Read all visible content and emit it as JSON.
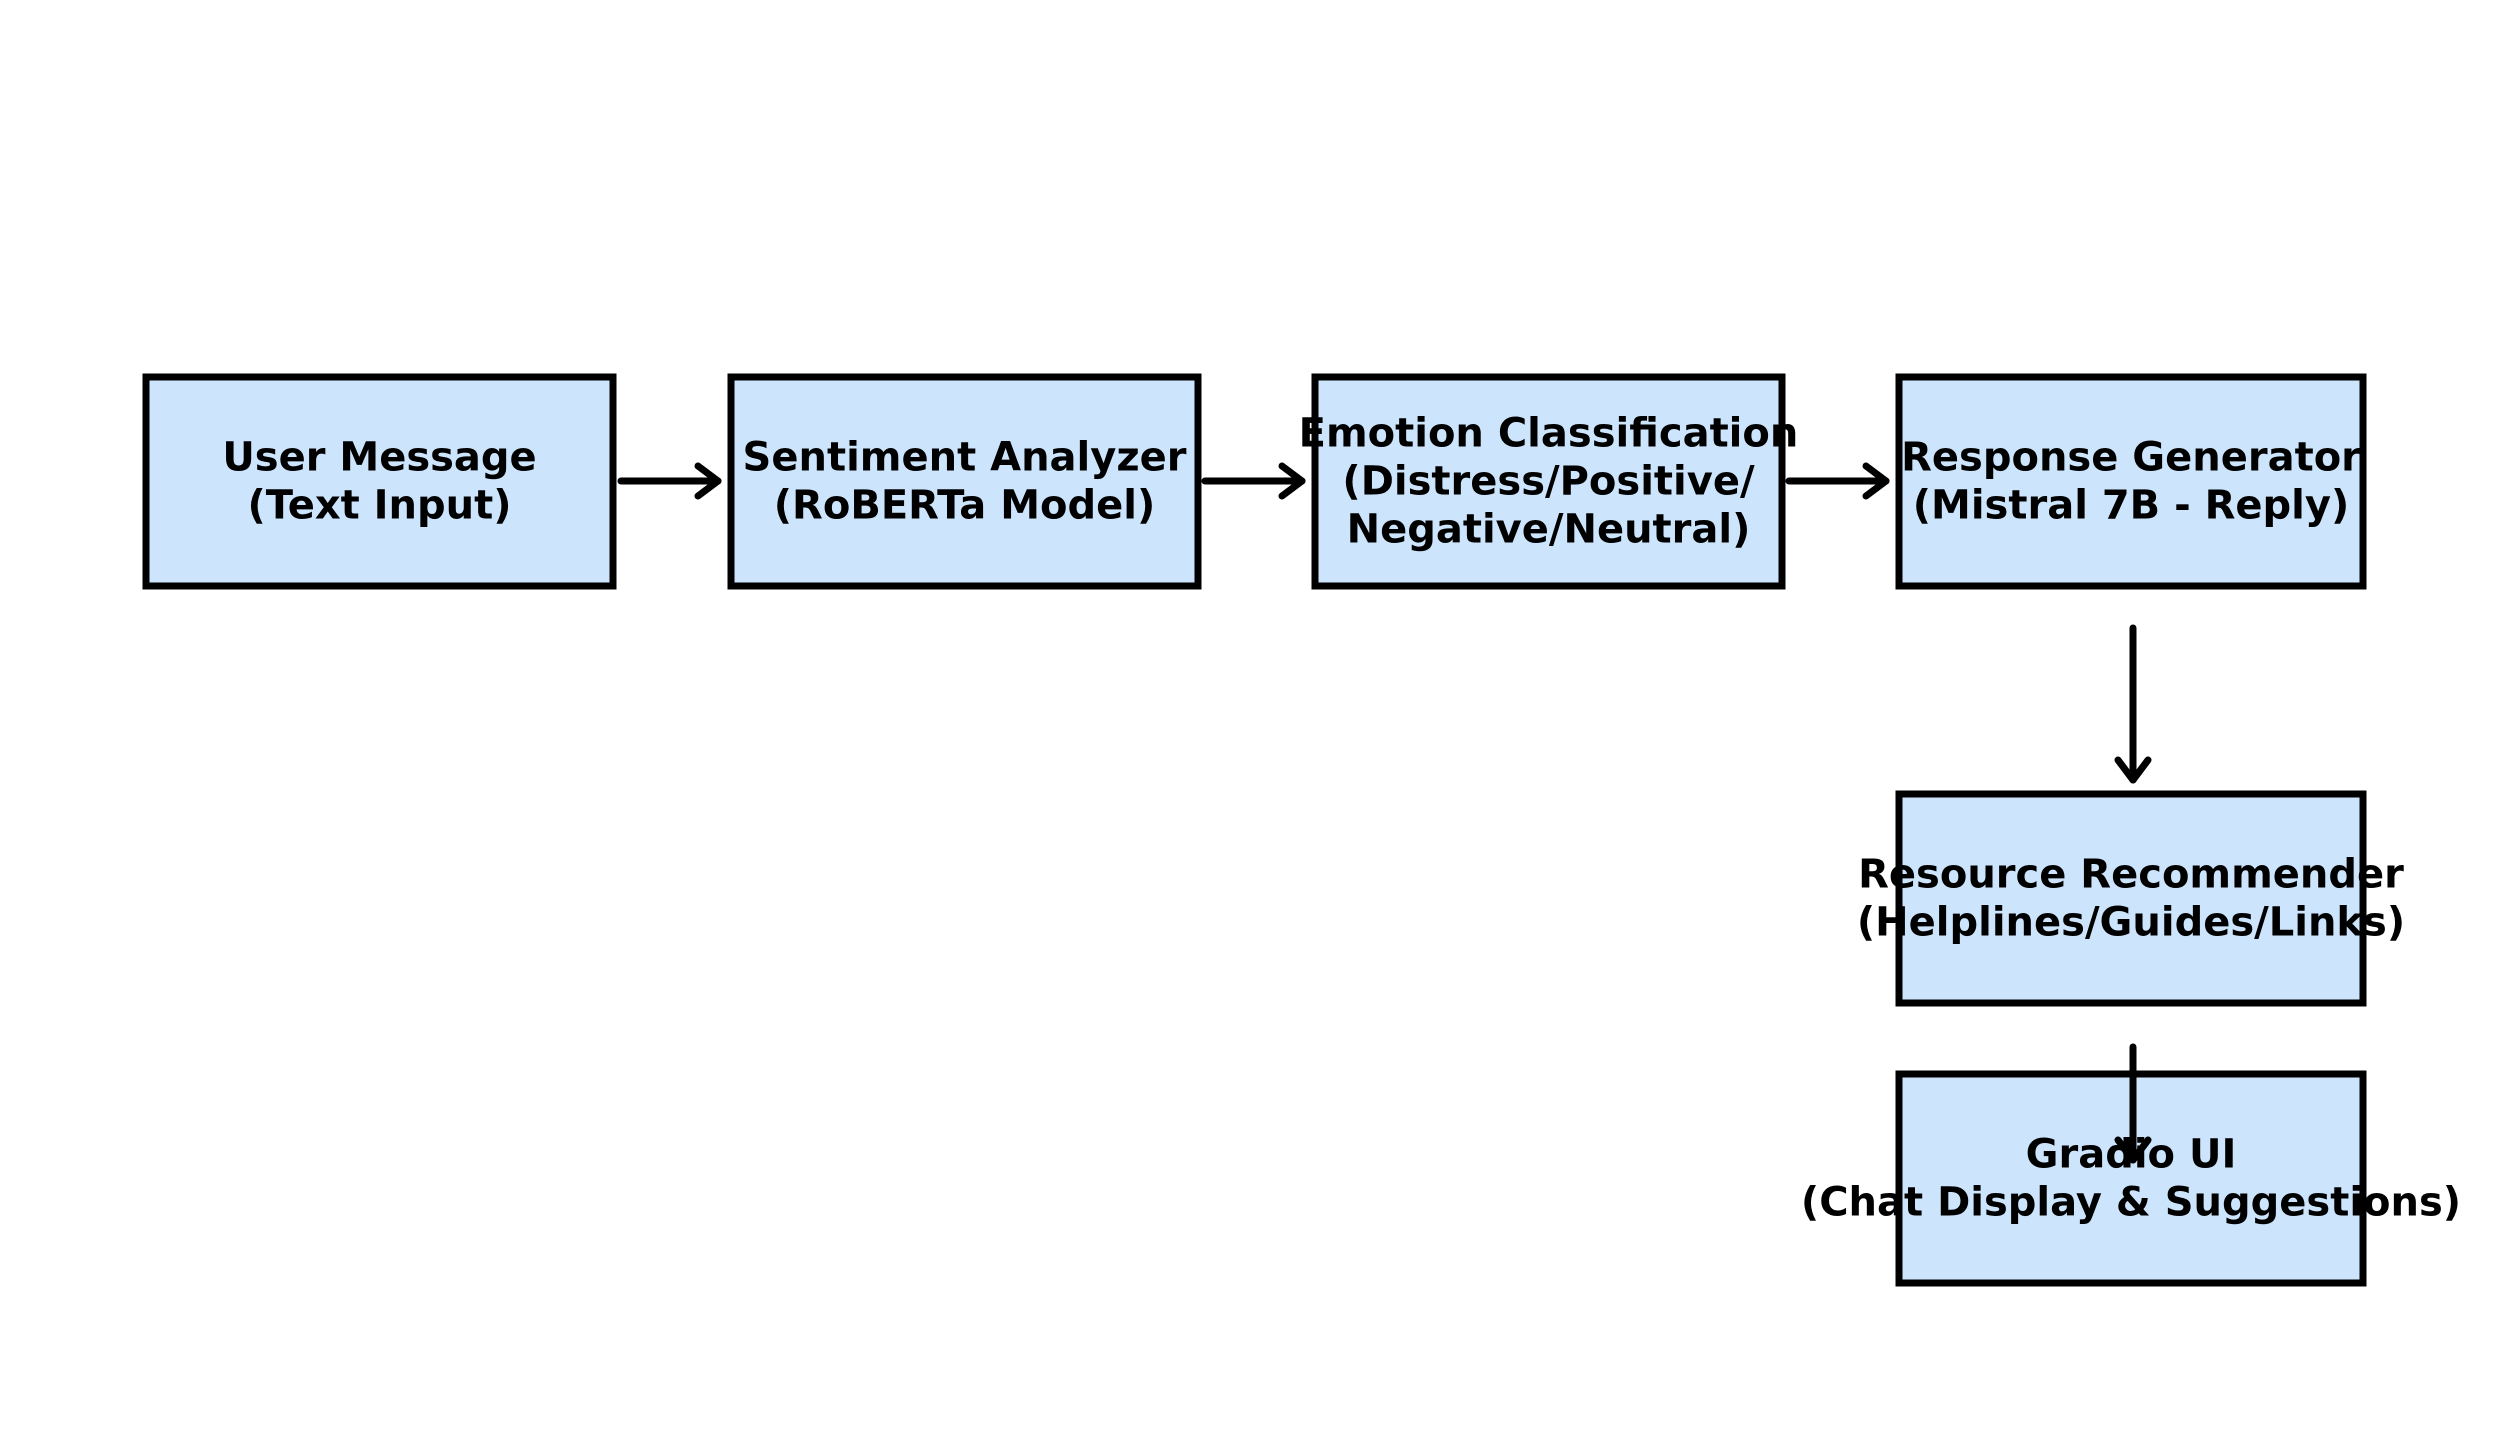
{
  "diagram": {
    "colors": {
      "box_fill": "#cce5fd",
      "stroke": "#000000",
      "background": "#ffffff"
    },
    "nodes": [
      {
        "id": "user-message",
        "lines": [
          "User Message",
          "(Text Input)"
        ]
      },
      {
        "id": "sentiment-analyzer",
        "lines": [
          "Sentiment Analyzer",
          "(RoBERTa Model)"
        ]
      },
      {
        "id": "emotion-classification",
        "lines": [
          "Emotion Classification",
          "(Distress/Positive/",
          "Negative/Neutral)"
        ]
      },
      {
        "id": "response-generator",
        "lines": [
          "Response Generator",
          "(Mistral 7B - Reply)"
        ]
      },
      {
        "id": "resource-recommender",
        "lines": [
          "Resource Recommender",
          "(Helplines/Guides/Links)"
        ]
      },
      {
        "id": "gradio-ui",
        "lines": [
          "Gradio UI",
          "(Chat Display & Suggestions)"
        ]
      }
    ],
    "edges": [
      {
        "from": "user-message",
        "to": "sentiment-analyzer"
      },
      {
        "from": "sentiment-analyzer",
        "to": "emotion-classification"
      },
      {
        "from": "emotion-classification",
        "to": "response-generator"
      },
      {
        "from": "response-generator",
        "to": "resource-recommender"
      },
      {
        "from": "resource-recommender",
        "to": "gradio-ui"
      }
    ]
  }
}
